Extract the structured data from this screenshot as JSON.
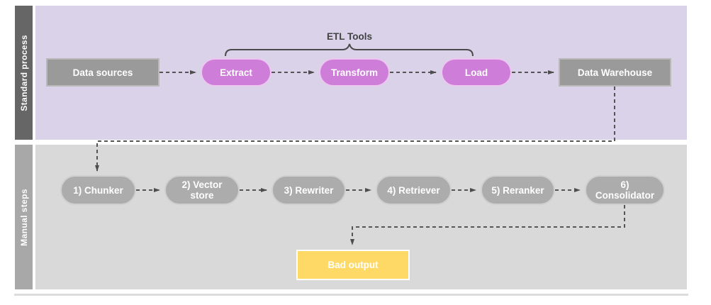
{
  "lanes": {
    "standard": {
      "label": "Standard process"
    },
    "manual": {
      "label": "Manual steps"
    }
  },
  "annotation": {
    "etl_tools": "ETL Tools"
  },
  "nodes": {
    "data_sources": {
      "label": "Data sources"
    },
    "extract": {
      "label": "Extract"
    },
    "transform": {
      "label": "Transform"
    },
    "load": {
      "label": "Load"
    },
    "data_warehouse": {
      "label": "Data Warehouse"
    },
    "chunker": {
      "label": "1) Chunker"
    },
    "vector_store": {
      "label": "2) Vector store"
    },
    "rewriter": {
      "label": "3) Rewriter"
    },
    "retriever": {
      "label": "4) Retriever"
    },
    "reranker": {
      "label": "5) Reranker"
    },
    "consolidator": {
      "label": "6) Consolidator"
    },
    "bad_output": {
      "label": "Bad output"
    }
  },
  "colors": {
    "lane1_background": "#D9D2E9",
    "lane2_background": "#D9D9D9",
    "lane1_bar": "#666666",
    "lane2_bar": "#A8A8A8",
    "etl_pill": "#CE7ED9",
    "gray_box": "#9A9A9A",
    "gray_pill": "#ACACAC",
    "bad_output_box": "#FFD966",
    "connector": "#555555"
  }
}
